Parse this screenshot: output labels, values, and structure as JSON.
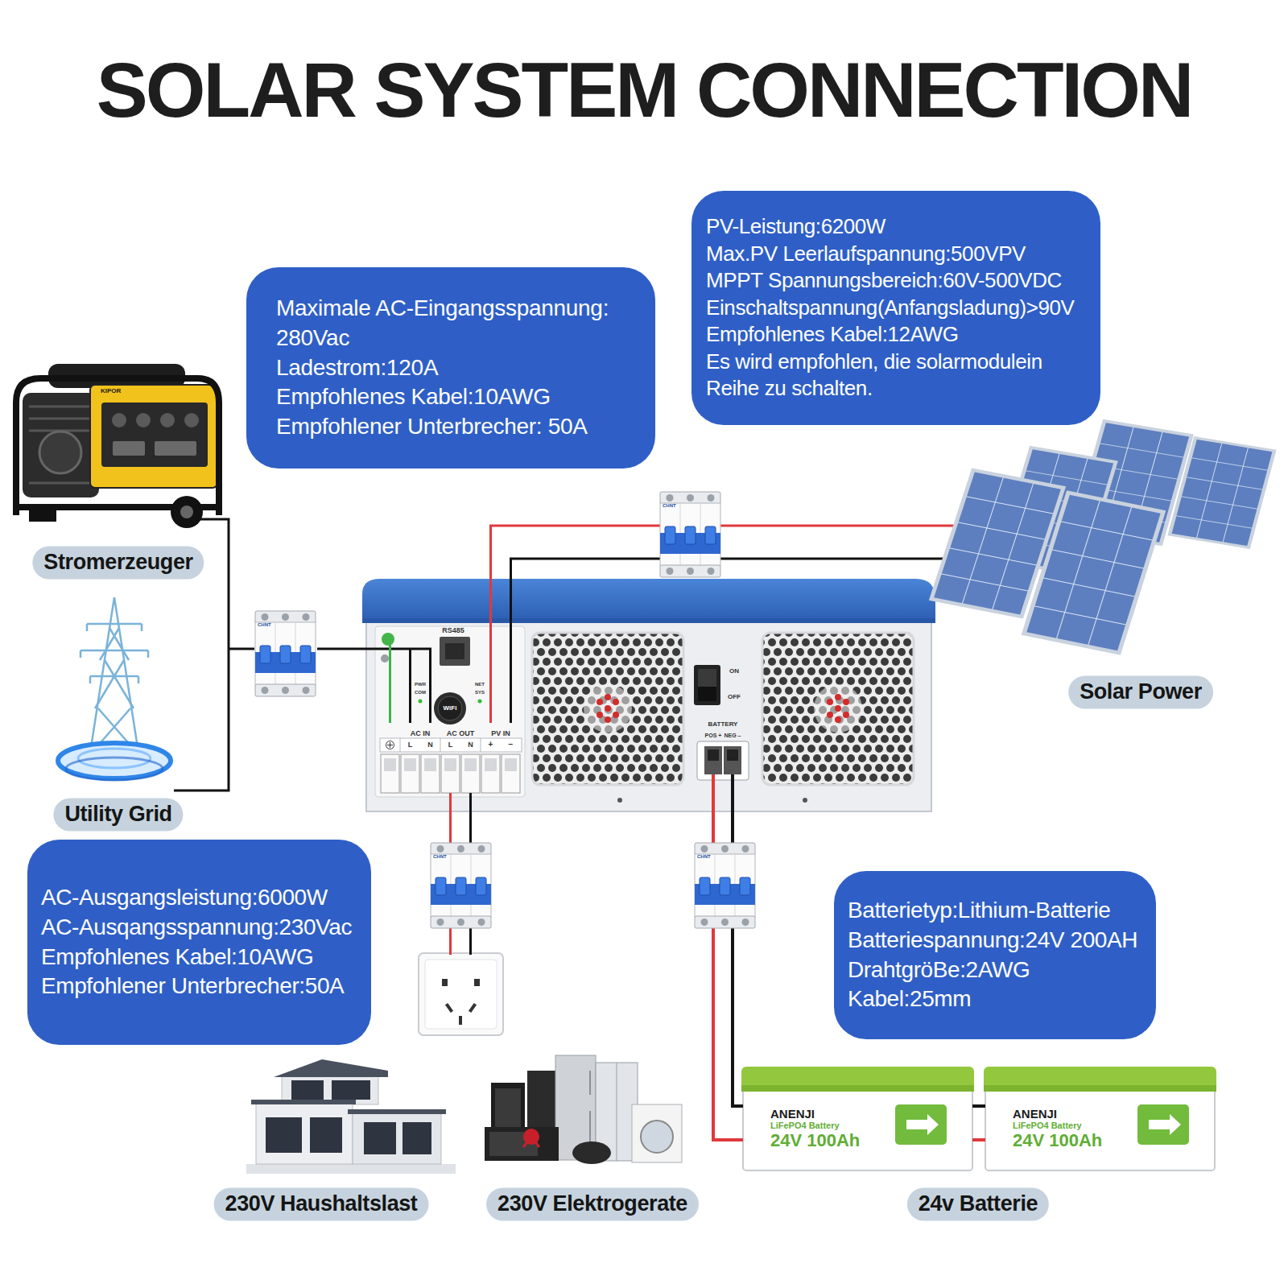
{
  "diagram": {
    "title": "SOLAR SYSTEM CONNECTION",
    "nodes": [
      {
        "text": [
          "PV-Leistung:6200W",
          "Max.PV Leerlaufspannung:500VPV",
          "MPPT Spannungsbereich:60V-500VDC",
          "Einschaltspannung(Anfangsladung)>90V",
          "Empfohlenes Kabel:12AWG",
          "Es wird empfohlen, die solarmodulein Reihe zu schalten."
        ]
      },
      {
        "text": [
          "Maximale AC-Eingangsspannung: 280Vac",
          "Ladestrom:120A",
          "Empfohlenes Kabel:10AWG",
          "Empfohlener Unterbrecher: 50A"
        ]
      },
      {
        "text": [
          "Stromerzeuger"
        ]
      },
      {
        "text": [
          "RS485",
          "PWR",
          "COM",
          "NET",
          "SYS",
          "WiFi",
          "AC IN",
          "AC OUT",
          "PV IN",
          "L",
          "N",
          "L",
          "N",
          "+",
          "−",
          "ON",
          "OFF",
          "BATTERY",
          "POS +",
          "NEG –"
        ]
      },
      {
        "text": [
          "Solar Power"
        ]
      },
      {
        "text": [
          "Utility Grid"
        ]
      },
      {
        "text": [
          "AC-Ausgangsleistung:6000W",
          "AC-Ausqangsspannung:230Vac",
          "Empfohlenes Kabel:10AWG",
          "Empfohlener Unterbrecher:50A"
        ]
      },
      {
        "text": [
          "Batterietyp:Lithium-Batterie",
          "Batteriespannung:24V 200AH",
          "DrahtgröBe:2AWG",
          "Kabel:25mm"
        ]
      },
      {
        "text": [
          "ANENJI",
          "LiFePO4 Battery",
          "24V 100Ah"
        ]
      },
      {
        "text": [
          "ANENJI",
          "LiFePO4 Battery",
          "24V 100Ah"
        ]
      },
      {
        "text": [
          "230V Haushaltslast"
        ]
      },
      {
        "text": [
          "230V Elektrogerate"
        ]
      },
      {
        "text": [
          "24v Batterie"
        ]
      }
    ],
    "edges": [
      {
        "from": 3,
        "to": 8,
        "arrow": "none"
      },
      {
        "from": 3,
        "to": 8,
        "arrow": "none"
      },
      {
        "from": 8,
        "to": 9,
        "arrow": "none"
      },
      {
        "from": 8,
        "to": 9,
        "arrow": "none"
      }
    ],
    "labels": [
      "KIPOR",
      "CHNT",
      "CHNT",
      "CHNT",
      "CHNT"
    ]
  }
}
